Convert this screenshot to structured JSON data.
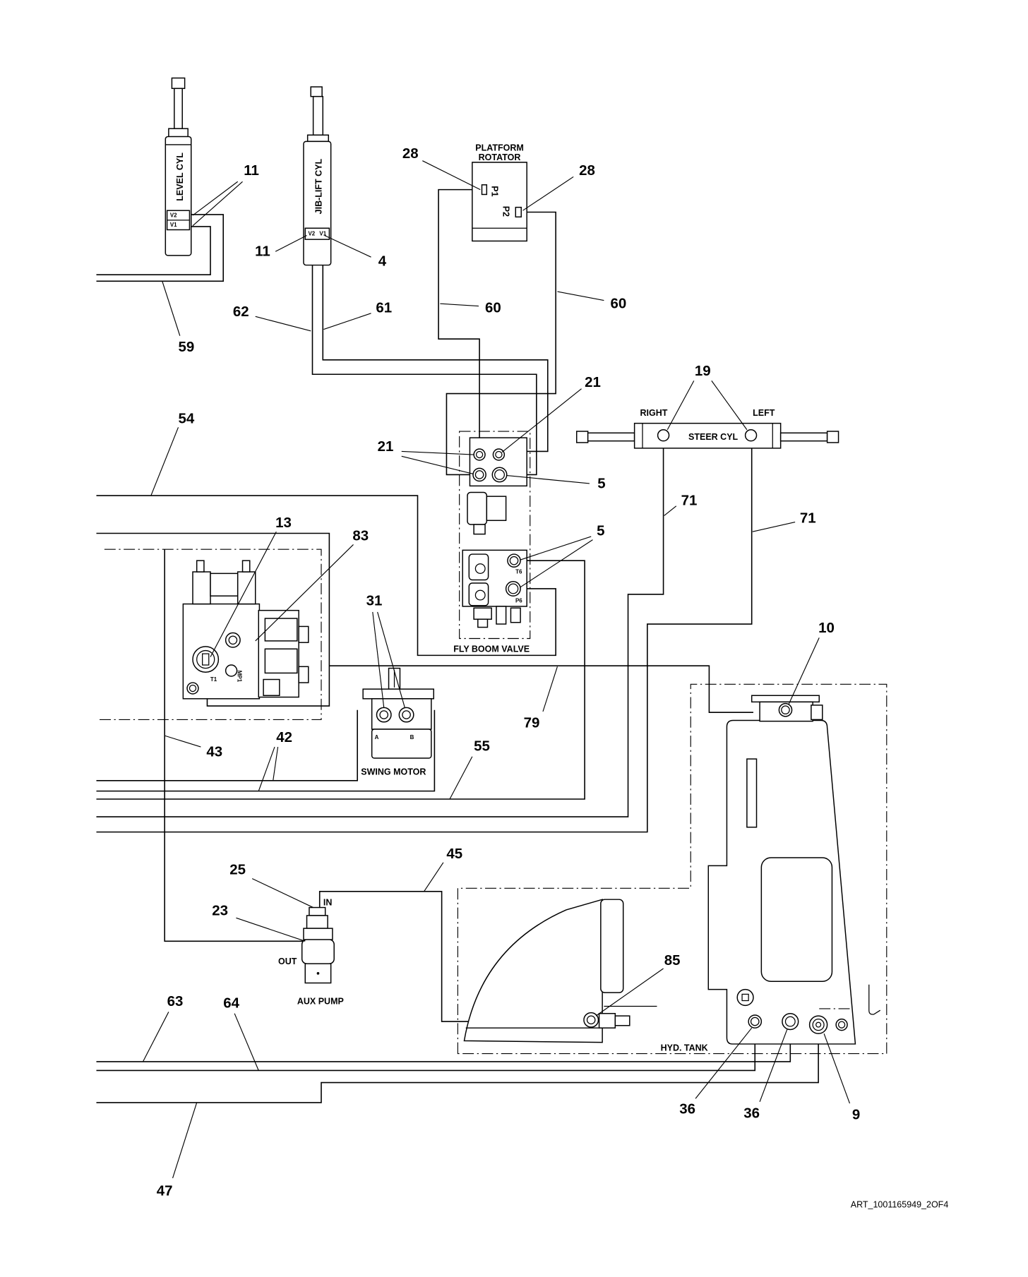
{
  "labels": {
    "level_cyl": "LEVEL CYL",
    "jib_lift_cyl": "JIB-LIFT CYL",
    "v2": "V2",
    "v1": "V1",
    "platform": "PLATFORM",
    "rotator": "ROTATOR",
    "p1": "P1",
    "p2": "P2",
    "steer_cyl": "STEER CYL",
    "right": "RIGHT",
    "left": "LEFT",
    "fly_boom_valve": "FLY BOOM VALVE",
    "t6": "T6",
    "p6": "P6",
    "t1": "T1",
    "mp1": "MP1",
    "swing_motor": "SWING MOTOR",
    "port_a": "A",
    "port_b": "B",
    "in": "IN",
    "out": "OUT",
    "aux_pump": "AUX PUMP",
    "hyd_tank": "HYD. TANK"
  },
  "callouts": [
    "11",
    "11",
    "4",
    "28",
    "28",
    "59",
    "62",
    "61",
    "60",
    "60",
    "21",
    "21",
    "19",
    "5",
    "5",
    "54",
    "71",
    "71",
    "13",
    "83",
    "31",
    "10",
    "79",
    "43",
    "42",
    "55",
    "45",
    "25",
    "23",
    "85",
    "63",
    "64",
    "36",
    "36",
    "9",
    "47"
  ],
  "art_number": "ART_1001165949_2OF4"
}
